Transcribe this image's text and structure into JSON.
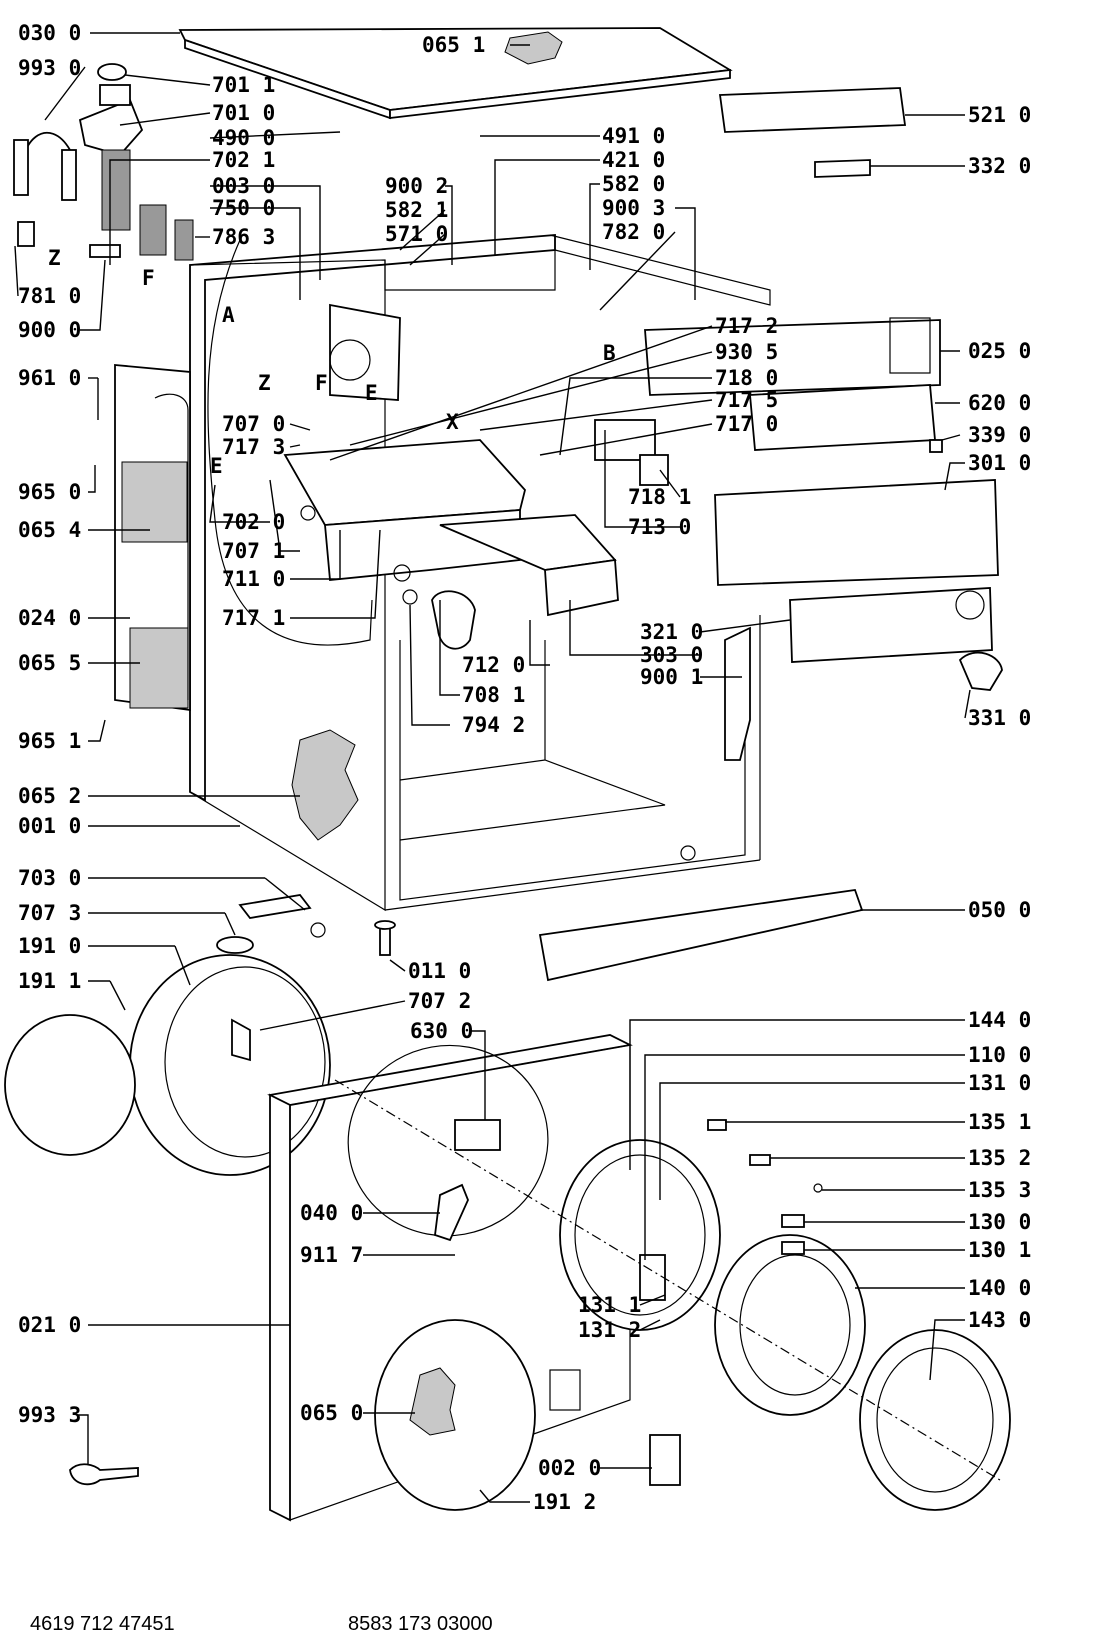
{
  "diagram": {
    "labels": {
      "l_030_0": "030 0",
      "l_993_0": "993 0",
      "l_961_0": "961 0",
      "l_965_0": "965 0",
      "l_065_4": "065 4",
      "l_024_0": "024 0",
      "l_065_5": "065 5",
      "l_965_1": "965 1",
      "l_065_2": "065 2",
      "l_001_0": "001 0",
      "l_703_0": "703 0",
      "l_707_3b": "707 3",
      "l_191_0": "191 0",
      "l_191_1": "191 1",
      "l_021_0": "021 0",
      "l_993_3": "993 3",
      "l_781_0": "781 0",
      "l_900_0": "900 0",
      "l_z1": "Z",
      "l_f1": "F",
      "l_701_1": "701 1",
      "l_701_0": "701 0",
      "l_490_0": "490 0",
      "l_702_1": "702 1",
      "l_003_0": "003 0",
      "l_750_0": "750 0",
      "l_786_3": "786 3",
      "l_a": "A",
      "l_z2": "Z",
      "l_f2": "F",
      "l_e1": "E",
      "l_e2": "E",
      "l_x": "X",
      "l_b": "B",
      "l_065_1": "065 1",
      "l_900_2": "900 2",
      "l_582_1": "582 1",
      "l_571_0": "571 0",
      "l_491_0": "491 0",
      "l_421_0": "421 0",
      "l_582_0": "582 0",
      "l_900_3": "900 3",
      "l_782_0": "782 0",
      "l_521_0": "521 0",
      "l_332_0": "332 0",
      "l_025_0": "025 0",
      "l_620_0": "620 0",
      "l_339_0": "339 0",
      "l_301_0": "301 0",
      "l_321_0": "321 0",
      "l_303_0": "303 0",
      "l_900_1": "900 1",
      "l_331_0": "331 0",
      "l_050_0": "050 0",
      "l_717_2": "717 2",
      "l_930_5": "930 5",
      "l_718_0": "718 0",
      "l_717_5": "717 5",
      "l_717_0": "717 0",
      "l_707_0": "707 0",
      "l_717_3": "717 3",
      "l_702_0": "702 0",
      "l_707_1": "707 1",
      "l_711_0": "711 0",
      "l_717_1": "717 1",
      "l_718_1": "718 1",
      "l_713_0": "713 0",
      "l_712_0": "712 0",
      "l_708_1": "708 1",
      "l_794_2": "794 2",
      "l_011_0": "011 0",
      "l_707_2": "707 2",
      "l_630_0": "630 0",
      "l_040_0": "040 0",
      "l_911_7": "911 7",
      "l_065_0": "065 0",
      "l_002_0": "002 0",
      "l_191_2": "191 2",
      "l_144_0": "144 0",
      "l_110_0": "110 0",
      "l_131_0": "131 0",
      "l_135_1": "135 1",
      "l_135_2": "135 2",
      "l_135_3": "135 3",
      "l_130_0": "130 0",
      "l_130_1": "130 1",
      "l_140_0": "140 0",
      "l_143_0": "143 0",
      "l_131_1": "131 1",
      "l_131_2": "131 2"
    },
    "footer": {
      "left_code": "4619 712 47451",
      "right_code": "8583 173 03000"
    }
  }
}
